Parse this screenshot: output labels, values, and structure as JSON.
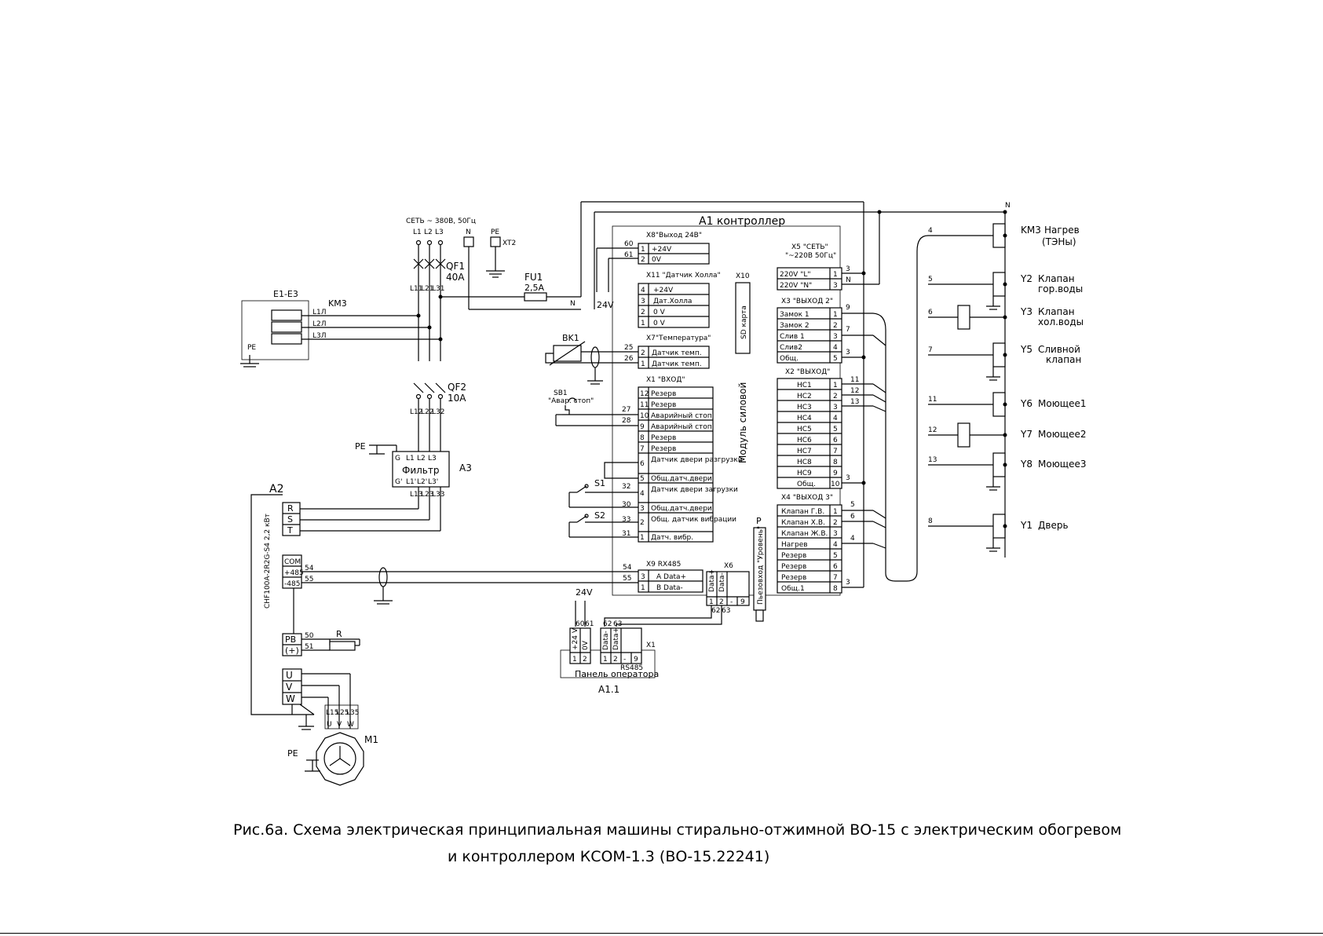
{
  "main_controller": {
    "title": "A1 контроллер",
    "power_module_label": "Модуль силовой"
  },
  "supply": {
    "mains_label": "СЕТЬ ~ 380В, 50Гц",
    "phases": [
      "L1",
      "L2",
      "L3"
    ],
    "neutral": "N",
    "earth": "PE",
    "earth_terminal": "XT2",
    "fuse": {
      "ref": "FU1",
      "rating": "2,5A"
    },
    "neutral_return": "N"
  },
  "breakers": [
    {
      "ref": "QF1",
      "rating": "40A",
      "in": [
        "L1",
        "L2",
        "L3"
      ],
      "out": [
        "L11",
        "L21",
        "L31"
      ]
    },
    {
      "ref": "QF2",
      "rating": "10A",
      "out": [
        "L12",
        "L22",
        "L32"
      ]
    }
  ],
  "heaters": {
    "ref": "E1-E3",
    "contactor": "KM3",
    "lines": [
      "L1Л",
      "L2Л",
      "L3Л"
    ],
    "earth": "PE"
  },
  "filter": {
    "ref": "A3",
    "label": "Фильтр",
    "top_pins": [
      "G",
      "L1",
      "L2",
      "L3"
    ],
    "bottom_pins": [
      "G'",
      "L1'",
      "L2'",
      "L3'"
    ],
    "out_lines": [
      "L13",
      "L23",
      "L33"
    ],
    "earth": "PE"
  },
  "inverter": {
    "ref": "A2",
    "model": "CHF100A-2R2G-S4 2,2 кВт",
    "input_pins": [
      "R",
      "S",
      "T"
    ],
    "comm_pins": [
      "COM",
      "+485",
      "-485"
    ],
    "comm_wires": [
      "54",
      "55"
    ],
    "brake_pins": [
      "PB",
      "(+)"
    ],
    "brake_wires": [
      "50",
      "51"
    ],
    "brake_resistor": "R",
    "output_pins": [
      "U",
      "V",
      "W"
    ]
  },
  "motor": {
    "ref": "M1",
    "lines": [
      "L15",
      "L25",
      "L35"
    ],
    "terminals": [
      "U",
      "V",
      "W"
    ],
    "earth": "PE"
  },
  "connectors": {
    "x8": {
      "title": "X8\"Выход 24В\"",
      "rows": [
        [
          "1",
          "+24V"
        ],
        [
          "2",
          "0V"
        ]
      ],
      "wires": [
        "60",
        "61"
      ],
      "tap": "24V"
    },
    "x11": {
      "title": "X11 \"Датчик Холла\"",
      "rows": [
        [
          "4",
          "+24V"
        ],
        [
          "3",
          "Дат.Холла"
        ],
        [
          "2",
          "0 V"
        ],
        [
          "1",
          "0 V"
        ]
      ]
    },
    "x7": {
      "title": "X7\"Температура\"",
      "rows": [
        [
          "2",
          "Датчик темп."
        ],
        [
          "1",
          "Датчик темп."
        ]
      ],
      "wires": [
        "25",
        "26"
      ],
      "sensor": "BK1"
    },
    "x1": {
      "title": "X1 \"ВХОД\"",
      "rows": [
        [
          "12",
          "Резерв"
        ],
        [
          "11",
          "Резерв"
        ],
        [
          "10",
          "Аварийный стоп"
        ],
        [
          "9",
          "Аварийный стоп"
        ],
        [
          "8",
          "Резерв"
        ],
        [
          "7",
          "Резерв"
        ],
        [
          "6",
          "Датчик двери разгрузки"
        ],
        [
          "5",
          "Общ.датч.двери"
        ],
        [
          "4",
          "Датчик двери загрузки"
        ],
        [
          "3",
          "Общ.датч.двери"
        ],
        [
          "2",
          "Общ. датчик вибрации"
        ],
        [
          "1",
          "Датч. вибр."
        ]
      ],
      "wires": [
        "27",
        "28",
        "32",
        "30",
        "33",
        "31"
      ]
    },
    "x9": {
      "title": "X9  RX485",
      "rows": [
        [
          "3",
          "A Data+"
        ],
        [
          "1",
          "B Data-"
        ]
      ],
      "wires": [
        "54",
        "55"
      ]
    },
    "x6": {
      "title": "X6",
      "cells": [
        "Data+",
        "Data-"
      ],
      "pins": [
        "1",
        "2",
        "-",
        "9"
      ],
      "wires": [
        "62",
        "63"
      ]
    },
    "x10": {
      "title": "X10",
      "label": "SD карта"
    },
    "x5": {
      "title": "X5 \"СЕТЬ\"",
      "subtitle": "\"~220В 50Гц\"",
      "rows": [
        [
          "220V \"L\"",
          "1"
        ],
        [
          "220V \"N\"",
          "3"
        ]
      ],
      "wires": [
        "3",
        "N"
      ]
    },
    "x3": {
      "title": "X3 \"ВЫХОД 2\"",
      "rows": [
        [
          "Замок 1",
          "1"
        ],
        [
          "Замок 2",
          "2"
        ],
        [
          "Слив 1",
          "3"
        ],
        [
          "Слив2",
          "4"
        ],
        [
          "Общ.",
          "5"
        ]
      ],
      "wires": [
        "9",
        "7",
        "3"
      ]
    },
    "x2": {
      "title": "X2 \"ВЫХОД\"",
      "rows": [
        [
          "НС1",
          "1"
        ],
        [
          "НС2",
          "2"
        ],
        [
          "НС3",
          "3"
        ],
        [
          "НС4",
          "4"
        ],
        [
          "НС5",
          "5"
        ],
        [
          "НС6",
          "6"
        ],
        [
          "НС7",
          "7"
        ],
        [
          "НС8",
          "8"
        ],
        [
          "НС9",
          "9"
        ],
        [
          "Общ.",
          "10"
        ]
      ],
      "wires": [
        "11",
        "12",
        "13",
        "3"
      ]
    },
    "x4": {
      "title": "X4 \"ВЫХОД 3\"",
      "rows": [
        [
          "Клапан Г.В.",
          "1"
        ],
        [
          "Клапан Х.В.",
          "2"
        ],
        [
          "Клапан Ж.В.",
          "3"
        ],
        [
          "Нагрев",
          "4"
        ],
        [
          "Резерв",
          "5"
        ],
        [
          "Резерв",
          "6"
        ],
        [
          "Резерв",
          "7"
        ],
        [
          "Общ.1",
          "8"
        ]
      ],
      "wires": [
        "5",
        "6",
        "4",
        "3"
      ]
    }
  },
  "switches": {
    "sb1": {
      "ref": "SB1",
      "label": "\"Авар. стоп\""
    },
    "s1": {
      "ref": "S1"
    },
    "s2": {
      "ref": "S2"
    }
  },
  "level_sensor": {
    "ref": "P",
    "label": "Пьезовход \"Уровень\""
  },
  "operator_panel": {
    "ref": "A1.1",
    "label": "Панель оператора",
    "supply": "24V",
    "power_pins": {
      "labels": [
        "+24 V",
        "0V"
      ],
      "pins": [
        "1",
        "2"
      ],
      "wires": [
        "60",
        "61"
      ]
    },
    "comm_pins": {
      "labels": [
        "Data-",
        "Data+"
      ],
      "pins": [
        "1",
        "2",
        "-",
        "9"
      ],
      "wires": [
        "62",
        "63"
      ],
      "port": "X1",
      "tag": "RS485"
    }
  },
  "loads": {
    "neutral": "N",
    "items": [
      {
        "wire": "4",
        "ref": "KM3",
        "name": "Нагрев",
        "line2": "(ТЭНы)"
      },
      {
        "wire": "5",
        "ref": "Y2",
        "name": "Клапан",
        "line2": "гор.воды"
      },
      {
        "wire": "6",
        "ref": "Y3",
        "name": "Клапан",
        "line2": "хол.воды"
      },
      {
        "wire": "7",
        "ref": "Y5",
        "name": "Сливной",
        "line2": "клапан"
      },
      {
        "wire": "11",
        "ref": "Y6",
        "name": "Моющее1",
        "line2": ""
      },
      {
        "wire": "12",
        "ref": "Y7",
        "name": "Моющее2",
        "line2": ""
      },
      {
        "wire": "13",
        "ref": "Y8",
        "name": "Моющее3",
        "line2": ""
      },
      {
        "wire": "8",
        "ref": "Y1",
        "name": "Дверь",
        "line2": ""
      }
    ]
  },
  "caption": {
    "line1": "Рис.6а. Схема электрическая принципиальная машины стирально-отжимной ВО-15 с электрическим обогревом",
    "line2": "и контроллером КСОМ-1.3 (ВО-15.22241)"
  }
}
